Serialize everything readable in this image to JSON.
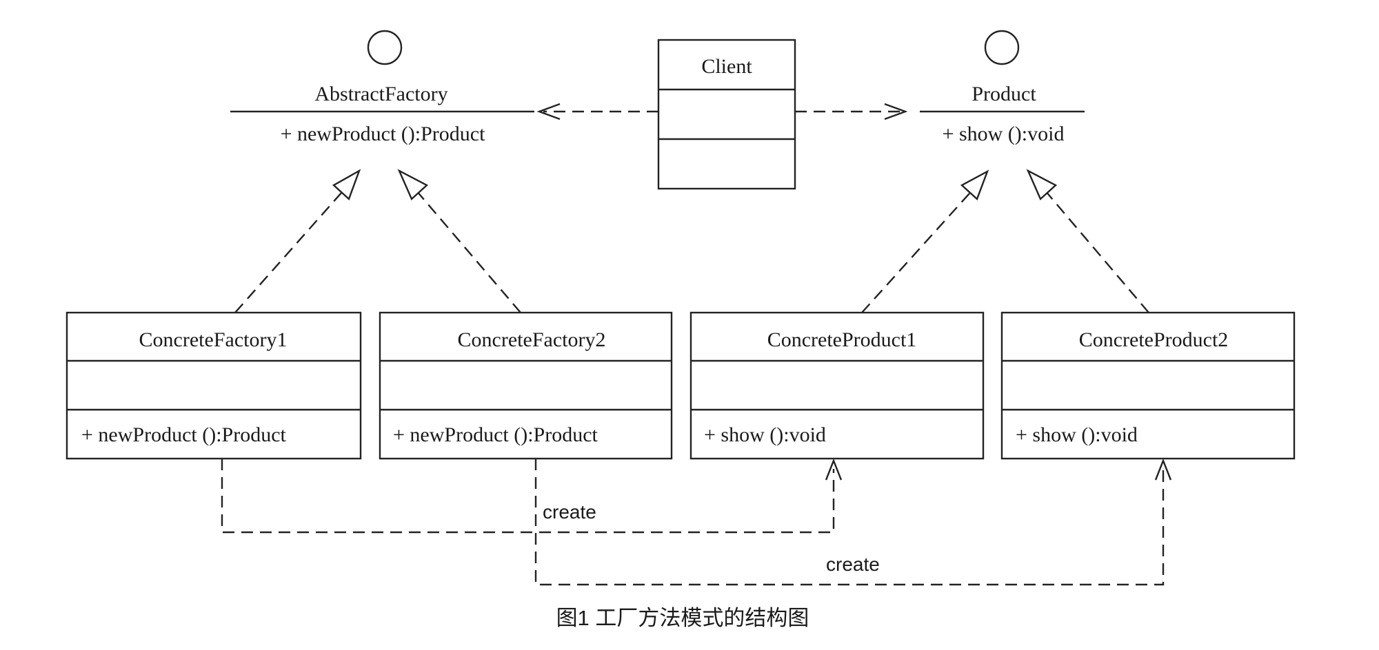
{
  "interfaces": {
    "abstract_factory": {
      "name": "AbstractFactory",
      "method": "+ newProduct ():Product"
    },
    "product": {
      "name": "Product",
      "method": "+ show ():void"
    }
  },
  "client": {
    "name": "Client"
  },
  "classes": {
    "concrete_factory_1": {
      "name": "ConcreteFactory1",
      "method": "+ newProduct ():Product"
    },
    "concrete_factory_2": {
      "name": "ConcreteFactory2",
      "method": "+ newProduct ():Product"
    },
    "concrete_product_1": {
      "name": "ConcreteProduct1",
      "method": "+ show ():void"
    },
    "concrete_product_2": {
      "name": "ConcreteProduct2",
      "method": "+ show ():void"
    }
  },
  "relations": {
    "create_label_1": "create",
    "create_label_2": "create"
  },
  "caption": "图1 工厂方法模式的结构图"
}
